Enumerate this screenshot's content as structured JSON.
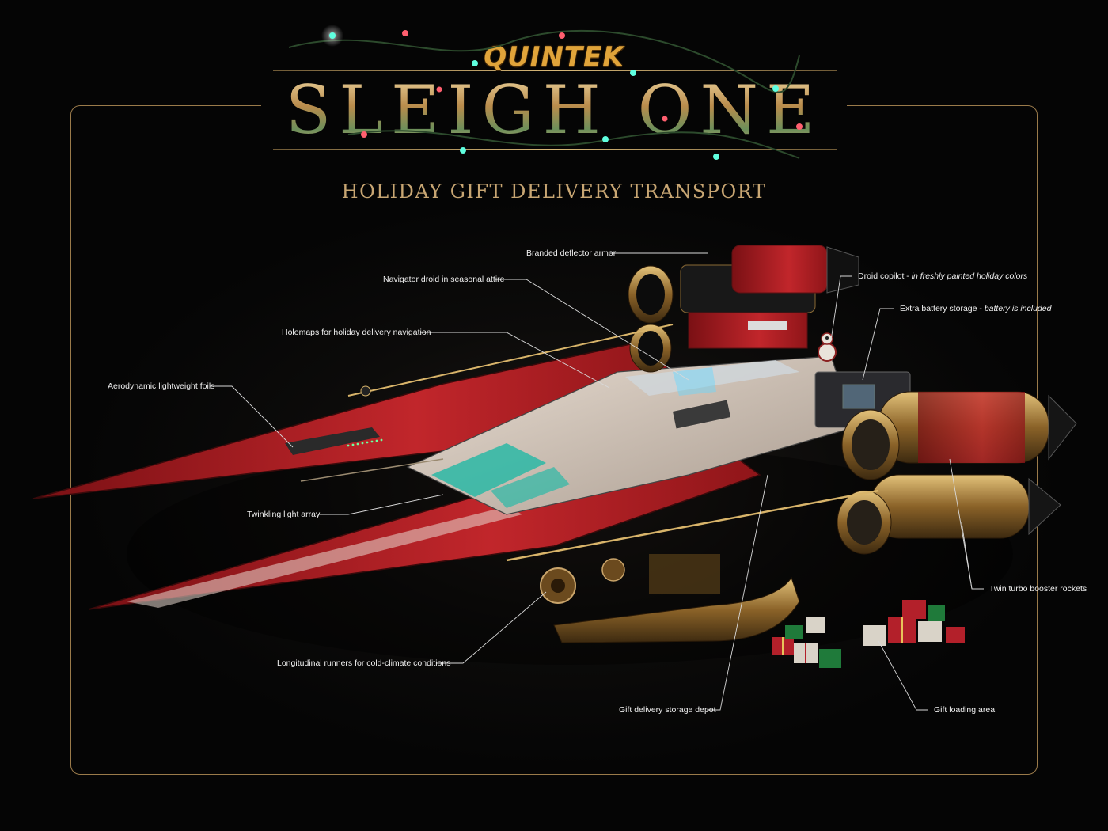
{
  "header": {
    "brand": "QUINTEK",
    "title": "SLEIGH ONE",
    "subtitle": "HOLIDAY GIFT DELIVERY TRANSPORT"
  },
  "colors": {
    "gold": "#c9a46a",
    "hull_red": "#b81f24",
    "accent_teal": "#2bb9a6",
    "frame": "#9a7a4a"
  },
  "callouts": [
    {
      "id": "deflector",
      "text": "Branded deflector armor",
      "note": ""
    },
    {
      "id": "navigator",
      "text": "Navigator droid in seasonal attire",
      "note": ""
    },
    {
      "id": "holomaps",
      "text": "Holomaps for holiday delivery navigation",
      "note": ""
    },
    {
      "id": "foils",
      "text": "Aerodynamic lightweight foils",
      "note": ""
    },
    {
      "id": "twinkling",
      "text": "Twinkling light array",
      "note": ""
    },
    {
      "id": "runners",
      "text": "Longitudinal runners for cold-climate conditions",
      "note": ""
    },
    {
      "id": "copilot",
      "text": "Droid copilot",
      "note": "in freshly painted holiday colors"
    },
    {
      "id": "battery",
      "text": "Extra battery storage",
      "note": "battery is included"
    },
    {
      "id": "boosters",
      "text": "Twin turbo booster rockets",
      "note": ""
    },
    {
      "id": "depot",
      "text": "Gift delivery storage depot",
      "note": ""
    },
    {
      "id": "loading",
      "text": "Gift loading area",
      "note": ""
    }
  ]
}
